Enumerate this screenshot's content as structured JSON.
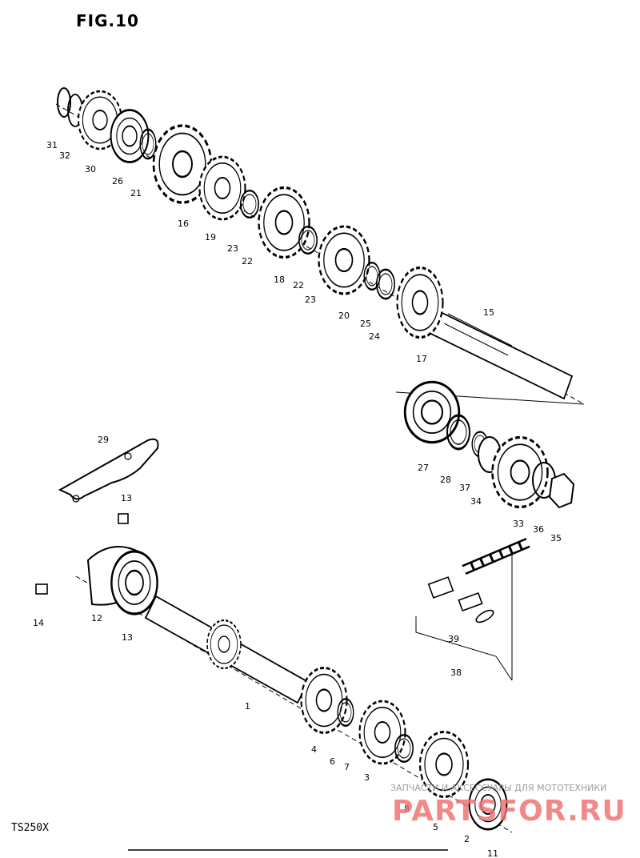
{
  "figure": {
    "title": "FIG.10",
    "model": "TS250X"
  },
  "watermark": {
    "line1": "ЗАПЧАСТИ И АКСЕССУАРЫ ДЛЯ МОТОТЕХНИКИ",
    "site": "PARTSFOR.RU"
  },
  "part_labels": [
    "31",
    "32",
    "30",
    "26",
    "21",
    "16",
    "19",
    "23",
    "22",
    "18",
    "22",
    "23",
    "20",
    "25",
    "24",
    "17",
    "15",
    "27",
    "28",
    "37",
    "34",
    "33",
    "36",
    "35",
    "29",
    "13",
    "12",
    "14",
    "13",
    "1",
    "4",
    "6",
    "7",
    "3",
    "8",
    "5",
    "2",
    "11",
    "39",
    "38"
  ]
}
